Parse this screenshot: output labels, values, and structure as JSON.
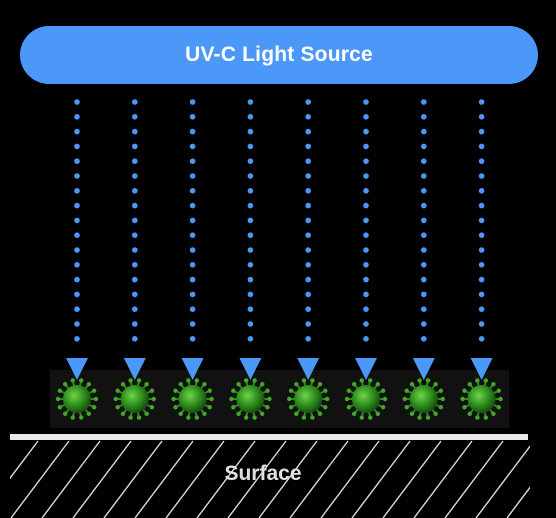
{
  "light_source": {
    "label": "UV-C Light Source"
  },
  "surface": {
    "label": "Surface"
  },
  "ray_count": 8,
  "colors": {
    "background": "#000000",
    "light_source": "#4C98F9",
    "ray": "#4C98F9",
    "microbe": "#3A9A24",
    "microbe_band": "#111111",
    "surface_line": "#e8e8e8",
    "hatch": "#dddddd",
    "label_text": "#e0e0e0"
  },
  "icons": {
    "ray_head": "triangle-down",
    "microbe": "virus-icon"
  }
}
